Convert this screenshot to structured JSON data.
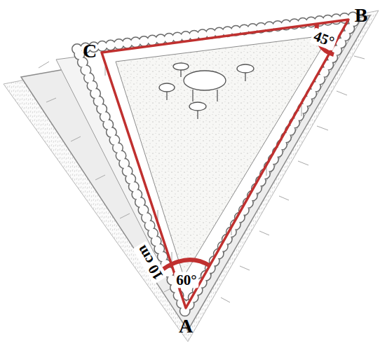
{
  "diagram": {
    "labels": [
      "C",
      "B",
      "A",
      "45°",
      "60°",
      "10 cm"
    ]
  }
}
